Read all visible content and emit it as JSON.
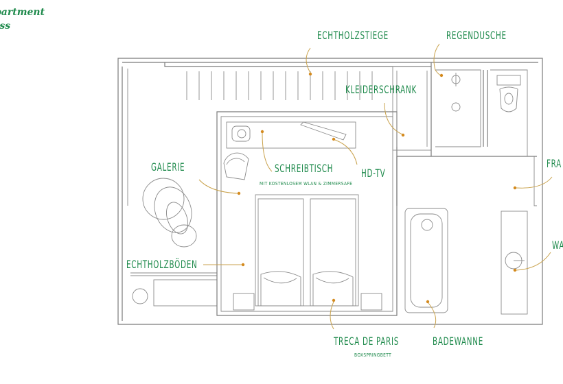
{
  "title": {
    "line1": "partment",
    "line2": "oss"
  },
  "labels": {
    "stair": "Echtholzstiege",
    "shower": "Regendusche",
    "wardrobe": "Kleiderschrank",
    "desk": "Schreibtisch",
    "desk_sub": "mit kostenlosem WLAN & Zimmersafe",
    "tv": "HD-TV",
    "gallery": "Galerie",
    "floors": "Echtholzböden",
    "bed": "Treca De Paris",
    "bed_sub": "Boxspringbett",
    "bathtub": "Badewanne",
    "right_top": "Fra",
    "right_bottom": "Wa"
  },
  "colors": {
    "label": "#1f8a4c",
    "walls": "#7a7a7a",
    "leader": "#c9a24c",
    "dot": "#d48a1e"
  }
}
